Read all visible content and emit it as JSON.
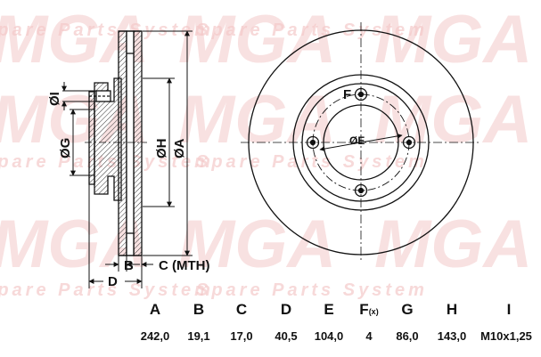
{
  "watermark": {
    "brand": "MGA",
    "tagline": "Spare Parts System",
    "color": "#f4c9c9"
  },
  "drawing": {
    "labels": {
      "I": "ØI",
      "G": "ØG",
      "H": "ØH",
      "A": "ØA",
      "E": "ØE",
      "F": "F",
      "B": "B",
      "C": "C (MTH)",
      "D": "D"
    },
    "line_color": "#111111",
    "hatch_color": "#333333"
  },
  "table": {
    "headers": [
      "A",
      "B",
      "C",
      "D",
      "E",
      "F",
      "G",
      "H",
      "I"
    ],
    "header_suffix_F": "(x)",
    "values": [
      "242,0",
      "19,1",
      "17,0",
      "40,5",
      "104,0",
      "4",
      "86,0",
      "143,0",
      "M10x1,25"
    ]
  }
}
